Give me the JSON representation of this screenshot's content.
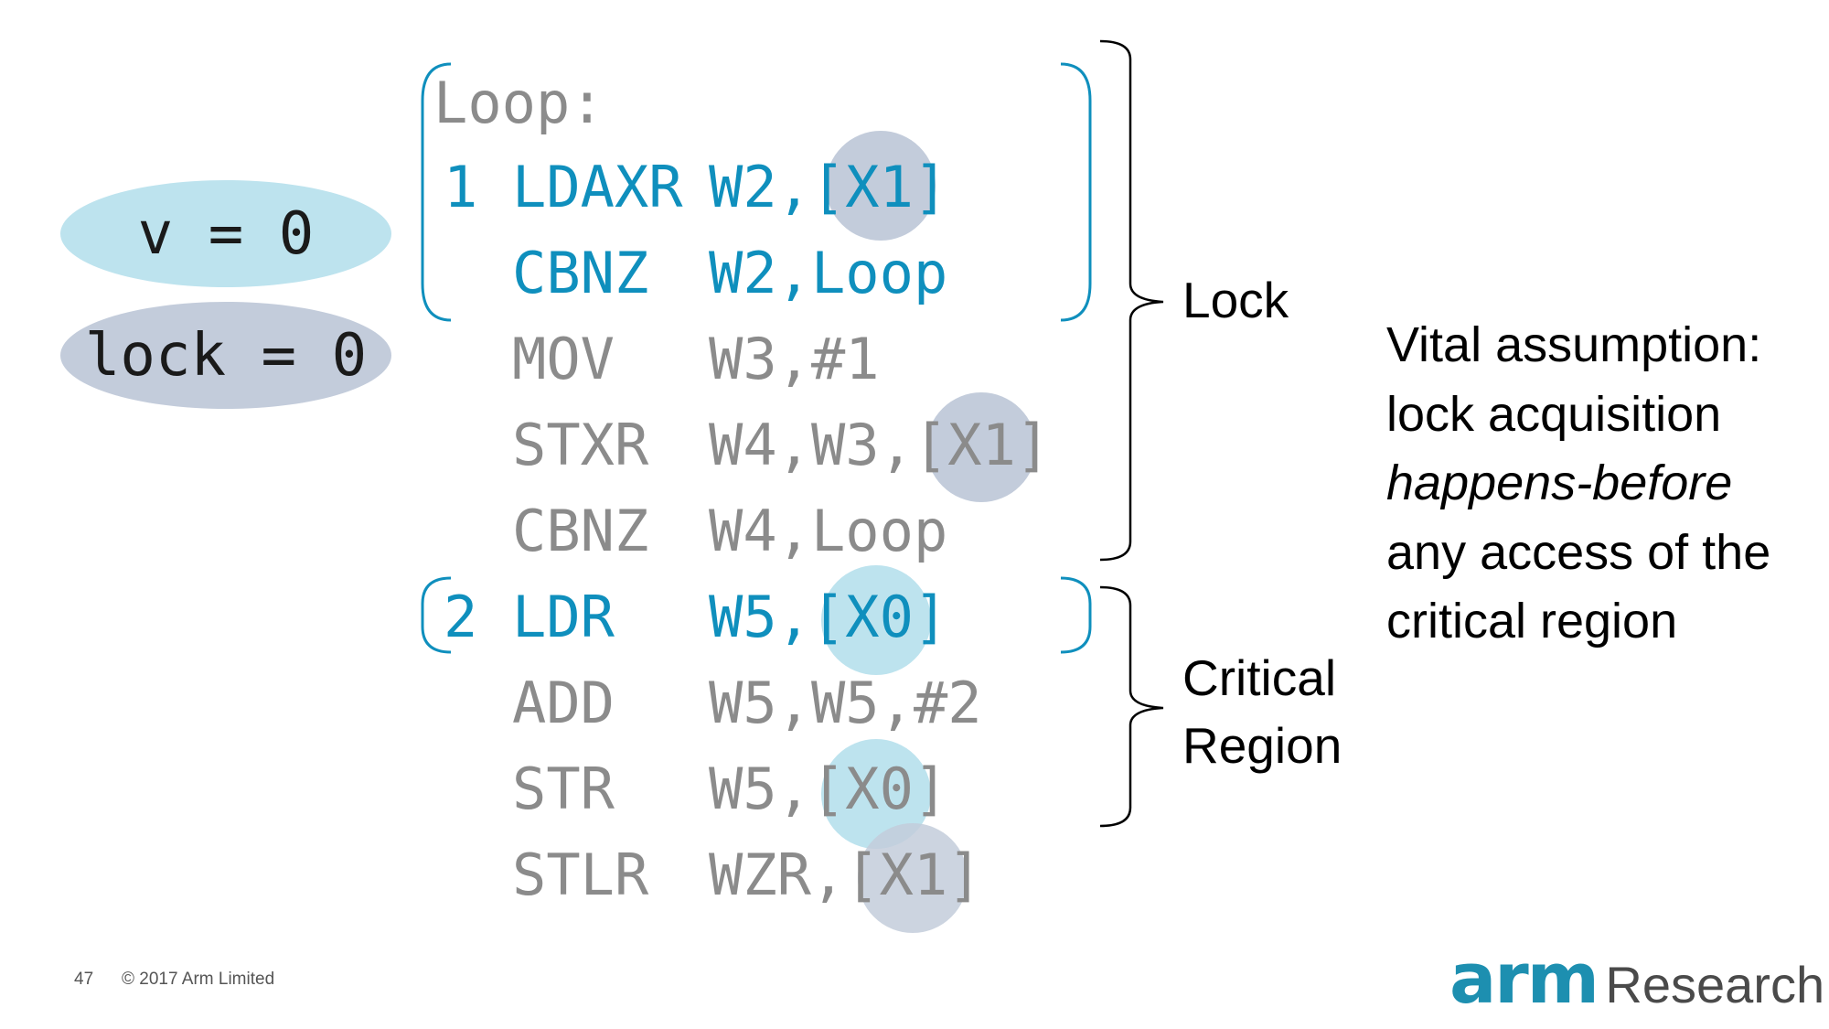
{
  "colors": {
    "accent_blue": "#0f8fbd",
    "code_gray": "#8b8b8b",
    "light_blue_fill": "#bde3ee",
    "slate_fill": "#c3ccdb",
    "arm_teal": "#1d8fb0"
  },
  "variables": [
    {
      "text": "v = 0"
    },
    {
      "text": "lock = 0"
    }
  ],
  "code": {
    "label": "Loop:",
    "lines": [
      {
        "num": "1",
        "op": "LDAXR",
        "args": "W2,[X1]",
        "color": "blue"
      },
      {
        "num": "",
        "op": "CBNZ",
        "args": "W2,Loop",
        "color": "blue"
      },
      {
        "num": "",
        "op": "MOV",
        "args": "W3,#1",
        "color": "gray"
      },
      {
        "num": "",
        "op": "STXR",
        "args": "W4,W3,[X1]",
        "color": "gray"
      },
      {
        "num": "",
        "op": "CBNZ",
        "args": "W4,Loop",
        "color": "gray"
      },
      {
        "num": "2",
        "op": "LDR",
        "args": "W5,[X0]",
        "color": "blue"
      },
      {
        "num": "",
        "op": "ADD",
        "args": "W5,W5,#2",
        "color": "gray"
      },
      {
        "num": "",
        "op": "STR",
        "args": "W5,[X0]",
        "color": "gray"
      },
      {
        "num": "",
        "op": "STLR",
        "args": "WZR,[X1]",
        "color": "gray"
      }
    ]
  },
  "labels": {
    "lock": "Lock",
    "critical_line1": "Critical",
    "critical_line2": "Region"
  },
  "assumption": {
    "line1": "Vital assumption:",
    "line2": "lock acquisition",
    "line3": "happens-before",
    "line4": "any access of the",
    "line5": "critical region"
  },
  "footer": {
    "page_number": "47",
    "copyright": "© 2017 Arm Limited",
    "brand": "arm",
    "brand_suffix": "Research"
  }
}
